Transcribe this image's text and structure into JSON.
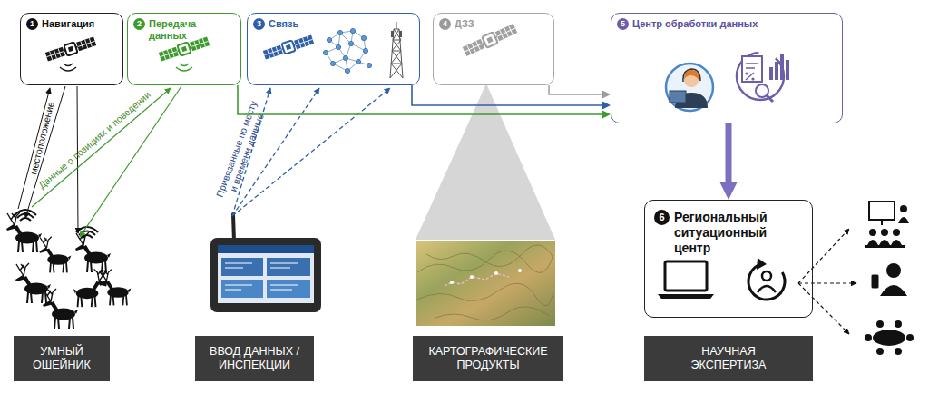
{
  "diagram": {
    "nodes": [
      {
        "text": [
          "1",
          "Навигация"
        ]
      },
      {
        "text": [
          "2",
          "Передача данных"
        ]
      },
      {
        "text": [
          "3",
          "Связь"
        ]
      },
      {
        "text": [
          "4",
          "ДЗЗ"
        ]
      },
      {
        "text": [
          "5",
          "Центр обработки данных"
        ]
      },
      {
        "text": [
          "6",
          "Региональный ситуационный центр"
        ]
      },
      {
        "text": [
          "УМНЫЙ ОШЕЙНИК"
        ]
      },
      {
        "text": [
          "ВВОД ДАННЫХ / ИНСПЕКЦИИ"
        ]
      },
      {
        "text": [
          "КАРТОГРАФИЧЕСКИЕ ПРОДУКТЫ"
        ]
      },
      {
        "text": [
          "НАУЧНАЯ ЭКСПЕРТИЗА"
        ]
      }
    ],
    "edges": [
      {
        "from": 1,
        "to": 4,
        "arrow": "to"
      },
      {
        "from": 2,
        "to": 4,
        "arrow": "to"
      },
      {
        "from": 3,
        "to": 4,
        "arrow": "to"
      },
      {
        "from": 4,
        "to": 5,
        "arrow": "to"
      }
    ],
    "labels": [
      "местоположение",
      "Данные о позициях и поведении",
      "Привязанные по месту и времени данные"
    ]
  }
}
